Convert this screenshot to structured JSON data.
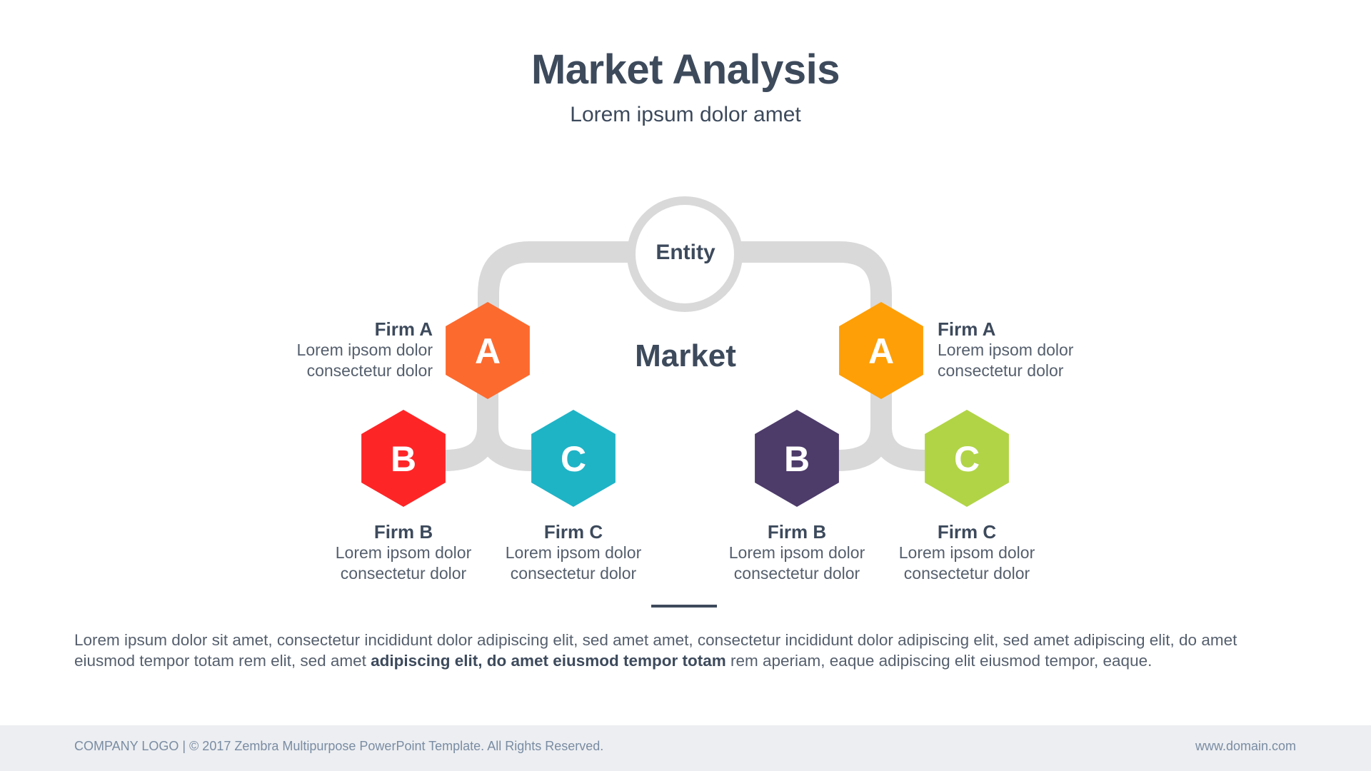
{
  "header": {
    "title": "Market Analysis",
    "subtitle": "Lorem ipsum dolor amet"
  },
  "diagram": {
    "root": "Entity",
    "center_label": "Market",
    "connector_color": "#d9d9d9",
    "left_group": [
      {
        "letter": "A",
        "title": "Firm A",
        "line1": "Lorem ipsom dolor",
        "line2": "consectetur dolor",
        "color": "#fd6a2e"
      },
      {
        "letter": "B",
        "title": "Firm B",
        "line1": "Lorem ipsom dolor",
        "line2": "consectetur dolor",
        "color": "#fe2527"
      },
      {
        "letter": "C",
        "title": "Firm C",
        "line1": "Lorem ipsom dolor",
        "line2": "consectetur dolor",
        "color": "#1fb3c6"
      }
    ],
    "right_group": [
      {
        "letter": "A",
        "title": "Firm A",
        "line1": "Lorem ipsom dolor",
        "line2": "consectetur dolor",
        "color": "#fe9f07"
      },
      {
        "letter": "B",
        "title": "Firm B",
        "line1": "Lorem ipsom dolor",
        "line2": "consectetur dolor",
        "color": "#4d3b6a"
      },
      {
        "letter": "C",
        "title": "Firm C",
        "line1": "Lorem ipsom dolor",
        "line2": "consectetur dolor",
        "color": "#b1d446"
      }
    ]
  },
  "body": {
    "part1": "Lorem ipsum dolor sit amet, consectetur  incididunt dolor  adipiscing elit, sed amet amet, consectetur  incididunt dolor  adipiscing elit, sed amet adipiscing elit, do amet  eiusmod tempor totam rem elit, sed amet ",
    "bold": "adipiscing elit, do amet  eiusmod tempor totam",
    "part2": " rem aperiam, eaque adipiscing elit eiusmod tempor, eaque."
  },
  "footer": {
    "left": "COMPANY LOGO | © 2017 Zembra Multipurpose PowerPoint Template. All Rights Reserved.",
    "right": "www.domain.com"
  }
}
